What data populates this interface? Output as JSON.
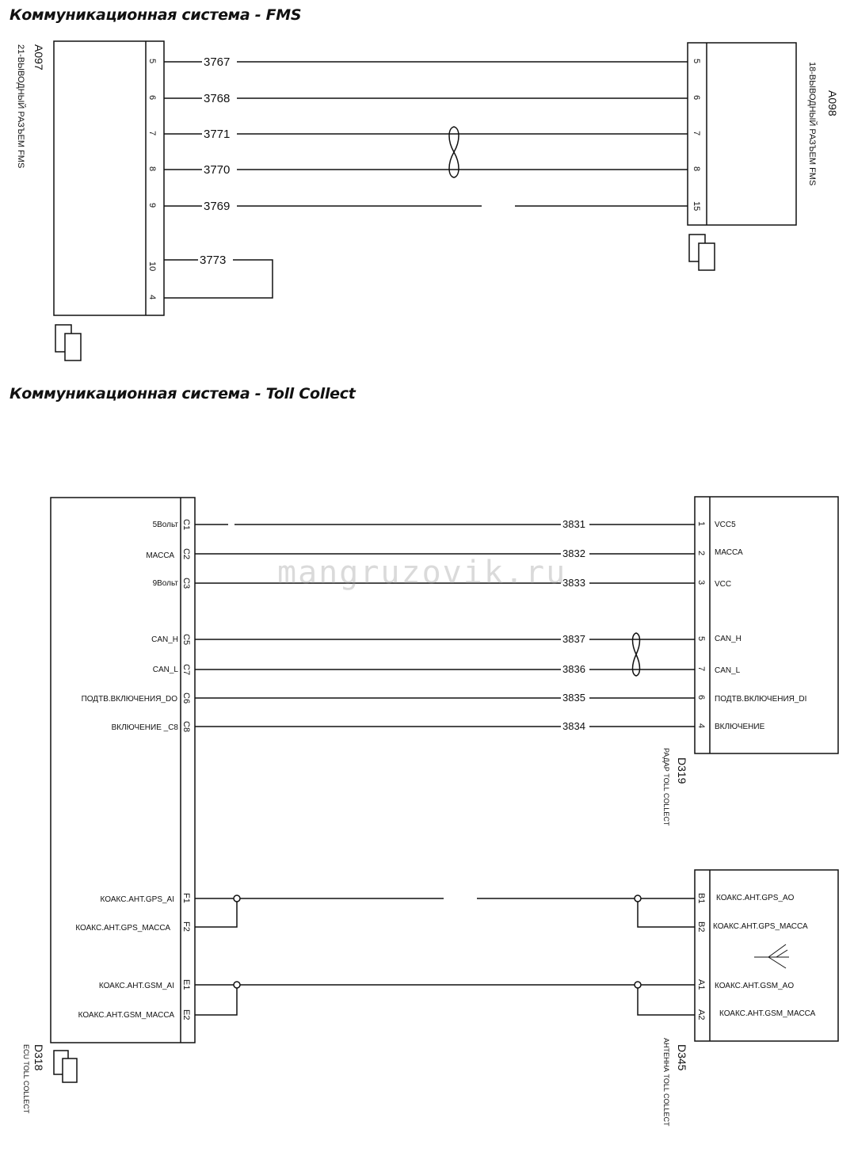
{
  "fms": {
    "title": "Коммуникационная система - FMS",
    "left_connector": {
      "id": "A097",
      "label": "21-ВЫВОДНЫЙ РАЗЪЕМ FMS",
      "pins": [
        "5",
        "6",
        "7",
        "8",
        "9",
        "10",
        "4"
      ]
    },
    "right_connector": {
      "id": "A098",
      "label": "18-ВЫВОДНЫЙ РАЗЪЕМ FMS",
      "pins": [
        "5",
        "6",
        "7",
        "8",
        "15"
      ]
    },
    "wires": [
      "3767",
      "3768",
      "3771",
      "3770",
      "3769",
      "3773"
    ]
  },
  "toll": {
    "title": "Коммуникационная система - Toll Collect",
    "main_unit": {
      "id": "D318",
      "label": "ECU TOLL COLLECT",
      "pins": [
        "C1",
        "C2",
        "C3",
        "C5",
        "C7",
        "C6",
        "C8",
        "F1",
        "F2",
        "E1",
        "E2"
      ],
      "signals": [
        "5Вольт",
        "МАССА",
        "9Вольт",
        "CAN_H",
        "CAN_L",
        "ПОДТВ.ВКЛЮЧЕНИЯ_DO",
        "ВКЛЮЧЕНИЕ _C8",
        "КОАКС.АНТ.GPS_AI",
        "КОАКС.АНТ.GPS_МАССА",
        "КОАКС.АНТ.GSM_AI",
        "КОАКС.АНТ.GSM_МАССА"
      ]
    },
    "radar": {
      "id": "D319",
      "label": "РАДАР TOLL COLLECT",
      "pins": [
        "1",
        "2",
        "3",
        "5",
        "7",
        "6",
        "4"
      ],
      "signals": [
        "VCC5",
        "МАССА",
        "VCC",
        "CAN_H",
        "CAN_L",
        "ПОДТВ.ВКЛЮЧЕНИЯ_DI",
        "ВКЛЮЧЕНИЕ"
      ]
    },
    "antenna": {
      "id": "D345",
      "label": "АНТЕННА TOLL COLLECT",
      "pins": [
        "B1",
        "B2",
        "A1",
        "A2"
      ],
      "signals": [
        "КОАКС.АНТ.GPS_AO",
        "КОАКС.АНТ.GPS_МАССА",
        "КОАКС.АНТ.GSM_AO",
        "КОАКС.АНТ.GSM_МАССА"
      ]
    },
    "wires": [
      "3831",
      "3832",
      "3833",
      "3837",
      "3836",
      "3835",
      "3834"
    ]
  },
  "watermark": "mangruzovik.ru",
  "colors": {
    "line": "#111111",
    "background": "#ffffff",
    "watermark": "#969696"
  },
  "icons": {
    "connector": "connector-view-icon",
    "antenna": "antenna-icon",
    "twist": "twisted-pair-icon"
  }
}
